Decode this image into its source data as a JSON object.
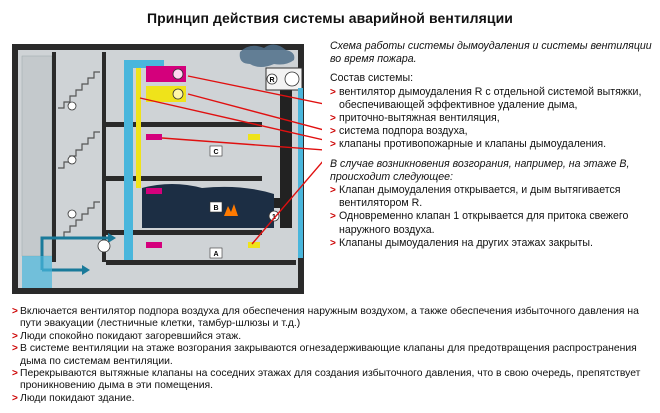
{
  "title": "Принцип действия системы аварийной вентиляции",
  "scheme_caption": "Схема работы системы дымоудаления и системы вентиляции во время пожара.",
  "composition": {
    "heading": "Состав системы:",
    "items": [
      "вентилятор дымоудаления R с отдельной системой вытяжки, обеспечивающей эффективное удаление дыма,",
      "приточно-вытяжная вентиляция,",
      "система подпора воздуха,",
      "клапаны противопожарные и клапаны дымоудаления."
    ]
  },
  "scenario": {
    "intro": "В случае возникновения возгорания, например, на этаже B, происходит следующее:",
    "items": [
      "Клапан дымоудаления открывается, и дым вытягивается вентилятором R.",
      "Одновременно клапан 1 открывается для притока свежего наружного воздуха.",
      "Клапаны дымоудаления на других этажах закрыты."
    ]
  },
  "bottom": [
    "Включается вентилятор подпора воздуха для обеспечения наружным воздухом, а также обеспечения избыточного давления на пути эвакуации (лестничные клетки, тамбур-шлюзы и т.д.)",
    "Люди спокойно покидают загоревшийся этаж.",
    "В системе вентиляции на этаже возгорания закрываются огнезадерживающие клапаны для предотвращения распространения дыма по системам вентиляции.",
    "Перекрываются вытяжные клапаны на соседних этажах для создания избыточного давления, что в свою очередь, препятствует проникновению дыма в эти помещения.",
    "Люди покидают здание."
  ],
  "diagram": {
    "fan_label": "R",
    "floor_labels": [
      "C",
      "B",
      "A"
    ],
    "valve_number": "1",
    "colors": {
      "building_fill": "#cfd3d6",
      "walls": "#2a2a2a",
      "supply_duct": "#49b6dc",
      "exhaust_duct": "#222222",
      "smoke": "#1c2e44",
      "magenta": "#d4007c",
      "yellow": "#efe31a",
      "red_pointer": "#e01010",
      "fresh_air": "#1a7a9a"
    }
  }
}
